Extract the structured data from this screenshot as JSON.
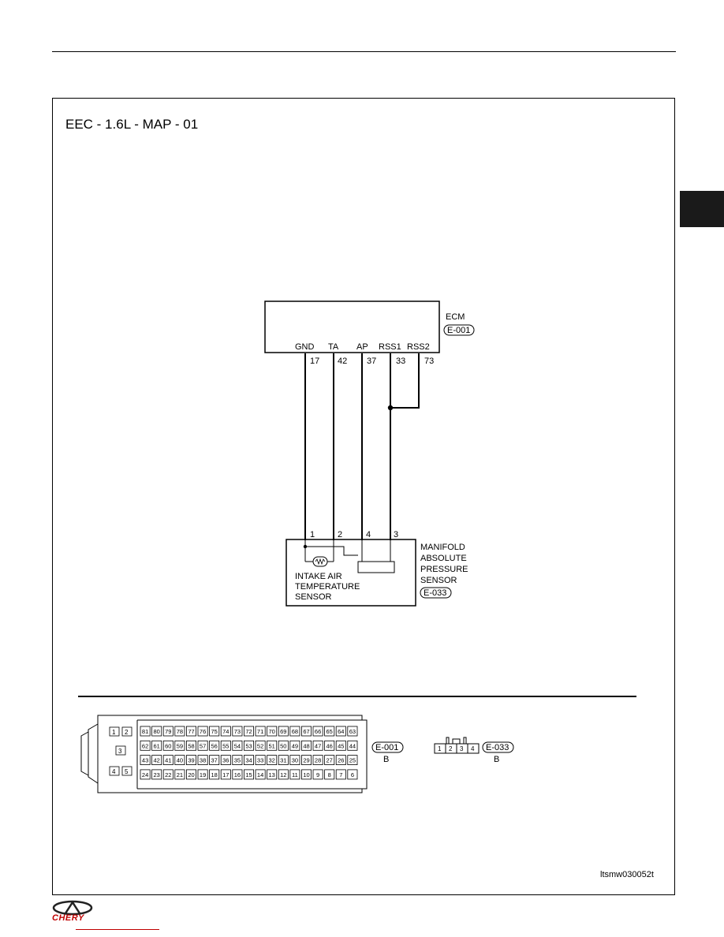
{
  "page": {
    "title": "EEC - 1.6L - MAP - 01",
    "figure_id": "ltsmw030052t"
  },
  "brand": {
    "name": "CHERY",
    "accent": "#c00000"
  },
  "ecm": {
    "label": "ECM",
    "connector": "E-001",
    "pins": [
      {
        "name": "GND",
        "number": "17"
      },
      {
        "name": "TA",
        "number": "42"
      },
      {
        "name": "AP",
        "number": "37"
      },
      {
        "name": "RSS1",
        "number": "33"
      },
      {
        "name": "RSS2",
        "number": "73"
      }
    ]
  },
  "sensor": {
    "label_lines": [
      "MANIFOLD",
      "ABSOLUTE",
      "PRESSURE",
      "SENSOR"
    ],
    "connector": "E-033",
    "pins": [
      "1",
      "2",
      "4",
      "3"
    ],
    "iat_label_lines": [
      "INTAKE AIR",
      "TEMPERATURE",
      "SENSOR"
    ]
  },
  "connector_views": {
    "ecm_connector": {
      "id": "E-001",
      "color": "B",
      "small_pins": [
        "1",
        "2",
        "3",
        "4",
        "5"
      ],
      "rows": [
        [
          "81",
          "80",
          "79",
          "78",
          "77",
          "76",
          "75",
          "74",
          "73",
          "72",
          "71",
          "70",
          "69",
          "68",
          "67",
          "66",
          "65",
          "64",
          "63"
        ],
        [
          "62",
          "61",
          "60",
          "59",
          "58",
          "57",
          "56",
          "55",
          "54",
          "53",
          "52",
          "51",
          "50",
          "49",
          "48",
          "47",
          "46",
          "45",
          "44"
        ],
        [
          "43",
          "42",
          "41",
          "40",
          "39",
          "38",
          "37",
          "36",
          "35",
          "34",
          "33",
          "32",
          "31",
          "30",
          "29",
          "28",
          "27",
          "26",
          "25"
        ],
        [
          "24",
          "23",
          "22",
          "21",
          "20",
          "19",
          "18",
          "17",
          "16",
          "15",
          "14",
          "13",
          "12",
          "11",
          "10",
          "9",
          "8",
          "7",
          "6"
        ]
      ]
    },
    "sensor_connector": {
      "id": "E-033",
      "color": "B",
      "pins": [
        "1",
        "2",
        "3",
        "4"
      ]
    }
  }
}
